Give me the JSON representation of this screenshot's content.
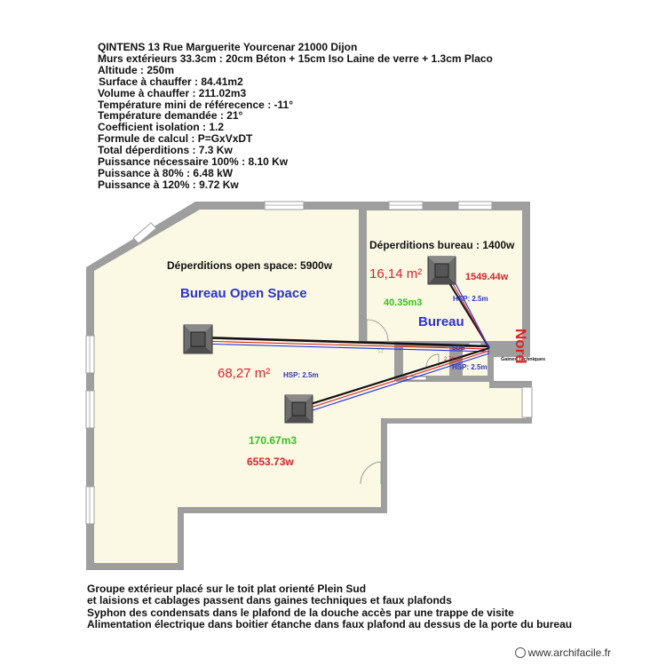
{
  "header": {
    "lines": [
      "QINTENS 13 Rue Marguerite Yourcenar 21000 Dijon",
      "Murs extérieurs 33.3cm : 20cm Béton + 15cm Iso Laine de verre + 1.3cm Placo",
      "Altitude : 250m",
      "Surface à chauffer : 84.41m2",
      "Volume à chauffer : 211.02m3",
      "Température mini de référecence : -11°",
      "Température demandée : 21°",
      "Coefficient isolation : 1.2",
      "Formule de calcul : P=GxVxDT",
      "Total déperditions : 7.3 Kw",
      "Puissance nécessaire 100% : 8.10 Kw",
      "Puissance à 80% : 6.48 kW",
      "Puissance à 120% : 9.72 Kw"
    ]
  },
  "plan": {
    "openspace": {
      "deperditions": "Déperditions open space: 5900w",
      "name": "Bureau Open Space",
      "area": "68,27 m²",
      "hsp": "HSP: 2.5m",
      "volume": "170.67m3",
      "power": "6553.73w"
    },
    "bureau": {
      "deperditions": "Déperditions bureau : 1400w",
      "area": "16,14 m²",
      "power": "1549.44w",
      "volume": "40.35m3",
      "hsp": "HSP: 2.5m",
      "name": "Bureau"
    },
    "small_rooms": {
      "sdb": "SDB",
      "sdb_area": "2,76 m²",
      "hsp": "HSP: 2.5m",
      "gaines": "Gaines Techniques"
    },
    "north": "Nord"
  },
  "footer": {
    "lines": [
      "Groupe extérieur placé sur le toit plat orienté Plein Sud",
      "et laisions et cablages passent dans gaines techniques et faux plafonds",
      "Syphon des condensats dans le plafond de la douche accès par une trappe de visite",
      "Alimentation électrique dans boitier étanche dans faux plafond au dessus de la porte du bureau"
    ]
  },
  "watermark": "www.archifacile.fr",
  "colors": {
    "wall": "#9e9e9e",
    "floor": "#fbf8e4",
    "blue_label": "#2a35c8",
    "red_label": "#d9232a",
    "green_label": "#35c21f",
    "pipe_red": "#e02020",
    "pipe_blue": "#2030e0"
  }
}
